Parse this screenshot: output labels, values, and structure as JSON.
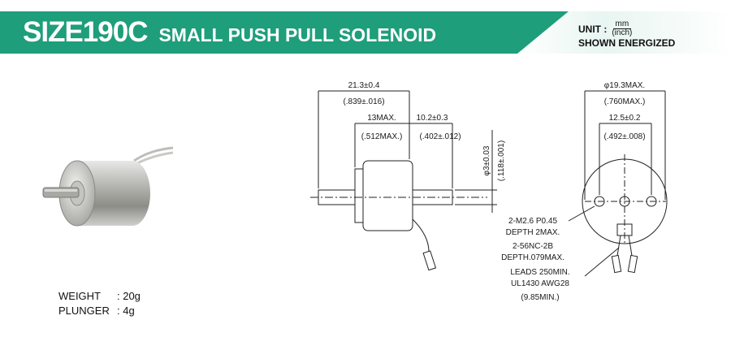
{
  "header": {
    "model": "SIZE190C",
    "description": "SMALL PUSH PULL SOLENOID",
    "unit_label": "UNIT :",
    "unit_numerator": "mm",
    "unit_denominator": "(inch)",
    "shown": "SHOWN ENERGIZED",
    "accent_color": "#1e9e7a"
  },
  "specs": [
    {
      "key": "WEIGHT",
      "value": ": 20g"
    },
    {
      "key": "PLUNGER",
      "value": ":   4g"
    }
  ],
  "side_view": {
    "overall": "21.3±0.4",
    "overall_in": "(.839±.016)",
    "body": "13MAX.",
    "body_in": "(.512MAX.)",
    "stroke": "10.2±0.3",
    "stroke_in": "(.402±.012)",
    "shaft": "φ3±0.03",
    "shaft_in": "(.118±.001)"
  },
  "end_view": {
    "diameter": "φ19.3MAX.",
    "diameter_in": "(.760MAX.)",
    "pitch": "12.5±0.2",
    "pitch_in": "(.492±.008)"
  },
  "notes": {
    "thread_1": "2-M2.6 P0.45",
    "thread_2": "DEPTH 2MAX.",
    "thread_alt_1": "2-56NC-2B",
    "thread_alt_2": "DEPTH.079MAX.",
    "leads_1": "LEADS 250MIN.",
    "leads_2": "UL1430  AWG28",
    "leads_3": "(9.85MIN.)"
  }
}
